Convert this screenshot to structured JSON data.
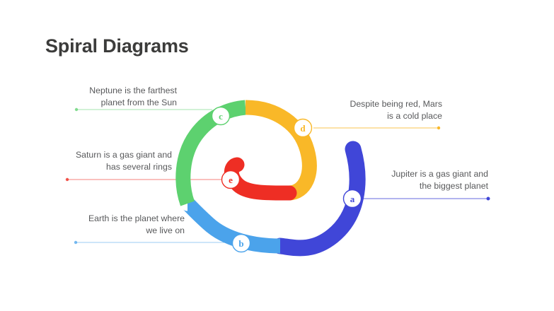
{
  "slide": {
    "title": "Spiral Diagrams",
    "background_color": "#ffffff",
    "title_color": "#3c3c3b",
    "text_color": "#58595b"
  },
  "colors": {
    "a_blue": "#4046d8",
    "b_light_blue": "#4ba3eb",
    "c_green": "#5dd16f",
    "d_yellow": "#f9b828",
    "e_red": "#ee2e24"
  },
  "segments": [
    {
      "key": "a",
      "marker": "a",
      "color": "#4046d8",
      "text_line1": "Jupiter is a gas giant and",
      "text_line2": "the biggest planet",
      "side": "right"
    },
    {
      "key": "b",
      "marker": "b",
      "color": "#4ba3eb",
      "text_line1": "Earth is the planet where",
      "text_line2": "we live on",
      "side": "left"
    },
    {
      "key": "c",
      "marker": "c",
      "color": "#5dd16f",
      "text_line1": "Neptune is the farthest",
      "text_line2": "planet from the Sun",
      "side": "left"
    },
    {
      "key": "d",
      "marker": "d",
      "color": "#f9b828",
      "text_line1": "Despite being red, Mars",
      "text_line2": "is a cold place",
      "side": "right"
    },
    {
      "key": "e",
      "marker": "e",
      "color": "#ee2e24",
      "text_line1": "Saturn is a gas giant and",
      "text_line2": "has several rings",
      "side": "left"
    }
  ]
}
